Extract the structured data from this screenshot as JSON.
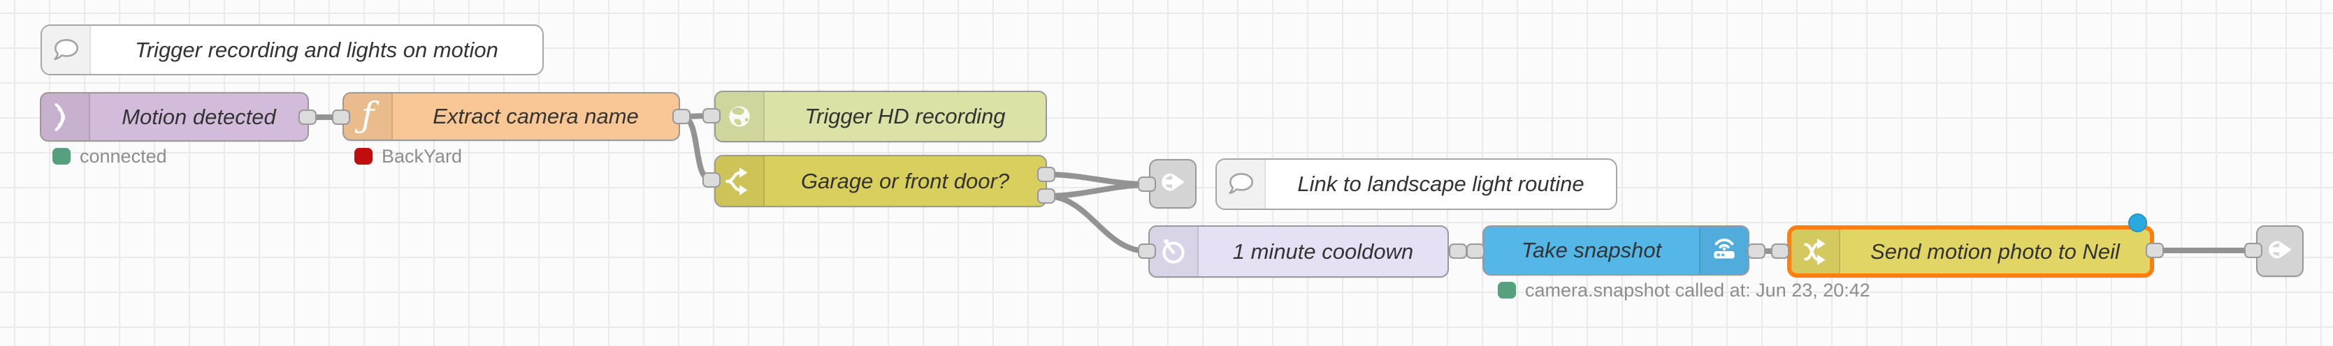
{
  "canvas": {
    "background": "#fbfbfb",
    "grid_color": "#eaeaea",
    "wire_color": "#939393"
  },
  "comments": {
    "c1": {
      "label": "Trigger recording and lights on motion",
      "icon": "speech-bubble-icon"
    },
    "c2": {
      "label": "Link to landscape light routine",
      "icon": "speech-bubble-icon"
    }
  },
  "nodes": {
    "motion": {
      "label": "Motion detected",
      "color": "#d3bcdb",
      "icon": "signal-waves-icon",
      "status": {
        "text": "connected",
        "color": "#55a17d"
      }
    },
    "extract": {
      "label": "Extract camera name",
      "color": "#f8c795",
      "icon": "function-icon",
      "status": {
        "text": "BackYard",
        "color": "#c10d0d"
      }
    },
    "trigger_hd": {
      "label": "Trigger HD recording",
      "color": "#dce2a5",
      "icon": "globe-icon"
    },
    "switch": {
      "label": "Garage or front door?",
      "color": "#d9cf5c",
      "icon": "switch-icon"
    },
    "delay": {
      "label": "1 minute cooldown",
      "color": "#e6e0f5",
      "icon": "timer-icon"
    },
    "snapshot": {
      "label": "Take snapshot",
      "color": "#55b7e7",
      "icon": "wifi-router-icon",
      "status": {
        "text": "camera.snapshot called at: Jun 23, 20:42",
        "color": "#55a17d"
      }
    },
    "send": {
      "label": "Send motion photo to Neil",
      "color": "#e0d565",
      "icon": "shuffle-icon",
      "selected": true,
      "selection_color": "#ff7f0e",
      "changed_indicator_color": "#2aa9e1"
    },
    "link_out_1": {
      "color": "#d4d4d4",
      "icon": "link-out-icon"
    },
    "link_out_2": {
      "color": "#d4d4d4",
      "icon": "link-out-icon"
    }
  }
}
